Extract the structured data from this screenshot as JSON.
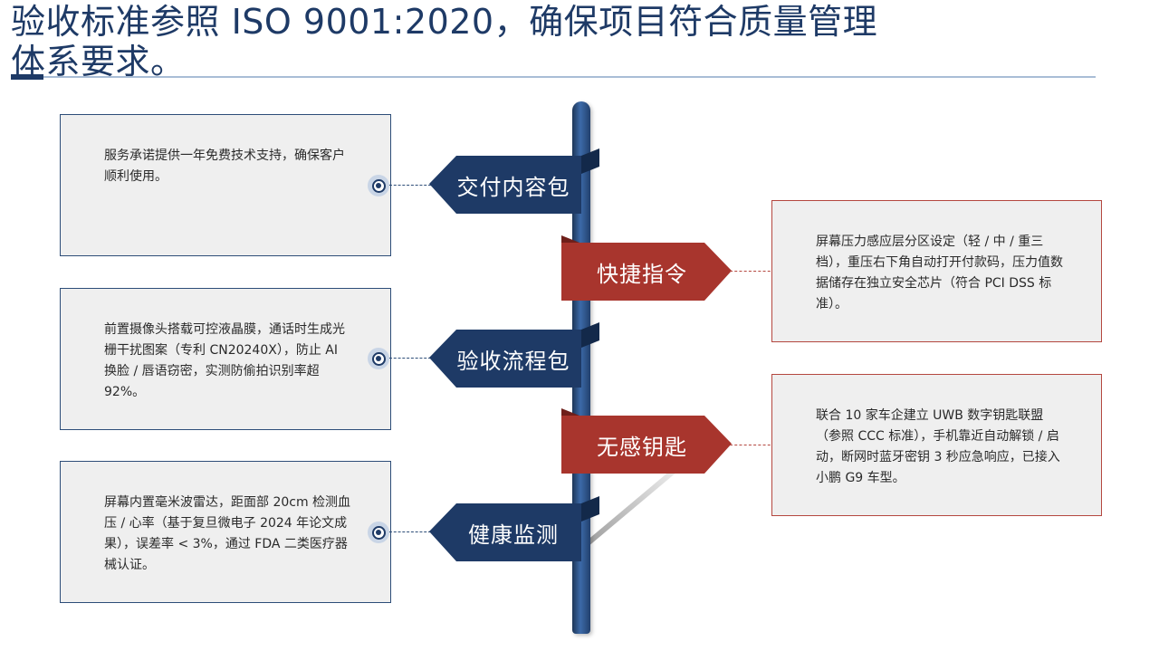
{
  "title": "验收标准参照 ISO 9001:2020，确保项目符合质量管理体系要求。",
  "colors": {
    "navy": "#1e3a66",
    "red": "#a8352d",
    "box_bg": "#efefef"
  },
  "left_items": [
    {
      "label": "交付内容包",
      "text": "服务承诺提供一年免费技术支持，确保客户顺利使用。"
    },
    {
      "label": "验收流程包",
      "text": "前置摄像头搭载可控液晶膜，通话时生成光栅干扰图案（专利 CN20240X），防止 AI 换脸 / 唇语窃密，实测防偷拍识别率超 92%。"
    },
    {
      "label": "健康监测",
      "text": "屏幕内置毫米波雷达，距面部 20cm 检测血压 / 心率（基于复旦微电子 2024 年论文成果），误差率 < 3%，通过 FDA 二类医疗器械认证。"
    }
  ],
  "right_items": [
    {
      "label": "快捷指令",
      "text": "屏幕压力感应层分区设定（轻 / 中 / 重三档），重压右下角自动打开付款码，压力值数据储存在独立安全芯片（符合 PCI DSS 标准）。"
    },
    {
      "label": "无感钥匙",
      "text": "联合 10 家车企建立 UWB 数字钥匙联盟（参照 CCC 标准），手机靠近自动解锁 / 启动，断网时蓝牙密钥 3 秒应急响应，已接入小鹏 G9 车型。"
    }
  ]
}
